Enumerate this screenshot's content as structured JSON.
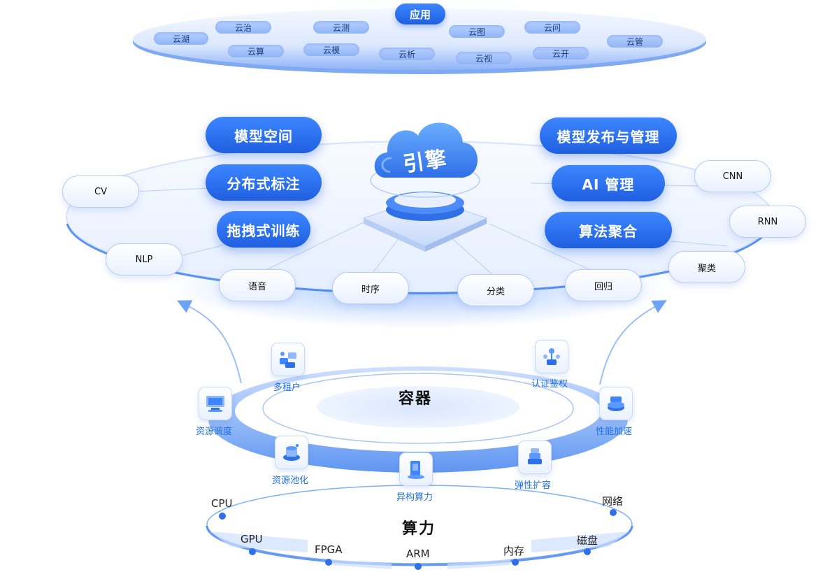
{
  "application": {
    "title": "应用",
    "items": [
      "云湖",
      "云治",
      "云测",
      "云图",
      "云问",
      "云管",
      "云算",
      "云模",
      "云析",
      "云视",
      "云开"
    ]
  },
  "engine": {
    "title": "引擎",
    "left_modules": [
      "模型空间",
      "分布式标注",
      "拖拽式训练"
    ],
    "right_modules": [
      "模型发布与管理",
      "AI 管理",
      "算法聚合"
    ],
    "algorithms": [
      "CV",
      "NLP",
      "语音",
      "时序",
      "分类",
      "回归",
      "聚类",
      "RNN",
      "CNN"
    ]
  },
  "container": {
    "title": "容器",
    "features": [
      "多租户",
      "认证鉴权",
      "资源调度",
      "性能加速",
      "资源池化",
      "异构算力",
      "弹性扩容"
    ]
  },
  "compute": {
    "title": "算力",
    "items": [
      "CPU",
      "GPU",
      "FPGA",
      "ARM",
      "内存",
      "磁盘",
      "网络"
    ]
  },
  "colors": {
    "accent": "#1f5fe0",
    "accent_light": "#3d86ff",
    "label_blue": "#1f6fe8",
    "ring": "#4a8bf5"
  }
}
